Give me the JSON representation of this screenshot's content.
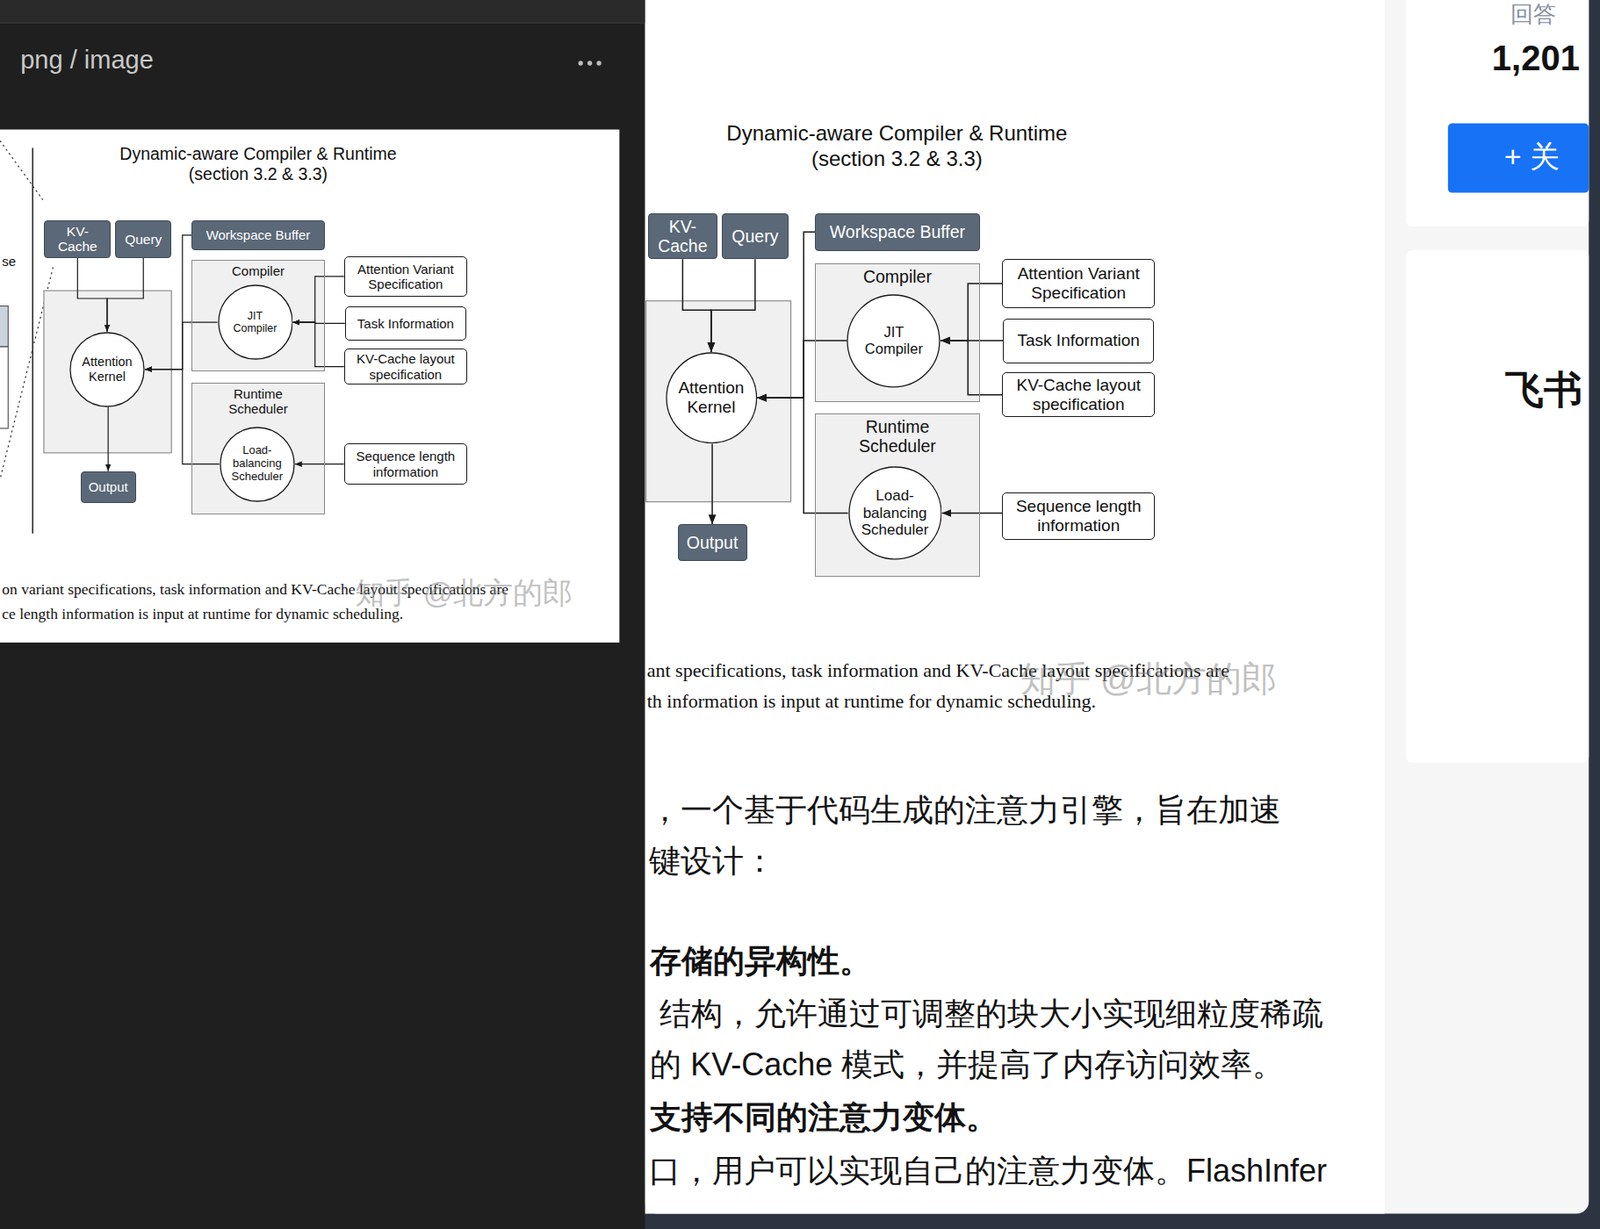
{
  "diagram": {
    "title": "Dynamic-aware Compiler & Runtime (section 3.2 & 3.3)",
    "nodes": [
      {
        "text": [
          "KV-Cache"
        ]
      },
      {
        "text": [
          "Query"
        ]
      },
      {
        "text": [
          "Attention Kernel"
        ]
      },
      {
        "text": [
          "Output"
        ]
      },
      {
        "text": [
          "Workspace Buffer"
        ]
      },
      {
        "text": [
          "Compiler"
        ]
      },
      {
        "text": [
          "JIT Compiler"
        ],
        "in": 5
      },
      {
        "text": [
          "Runtime Scheduler"
        ]
      },
      {
        "text": [
          "Load-balancing Scheduler"
        ],
        "in": 7
      },
      {
        "text": [
          "Attention Variant Specification"
        ]
      },
      {
        "text": [
          "Task Information"
        ]
      },
      {
        "text": [
          "KV-Cache layout specification"
        ]
      },
      {
        "text": [
          "Sequence length information"
        ]
      },
      {
        "text": [
          "KV-Cache"
        ]
      },
      {
        "text": [
          "Query"
        ]
      },
      {
        "text": [
          "Attention Kernel"
        ]
      },
      {
        "text": [
          "Output"
        ]
      },
      {
        "text": [
          "Workspace Buffer"
        ]
      },
      {
        "text": [
          "Compiler"
        ]
      },
      {
        "text": [
          "JIT Compiler"
        ],
        "in": 18
      },
      {
        "text": [
          "Runtime Scheduler"
        ]
      },
      {
        "text": [
          "Load-balancing Scheduler"
        ],
        "in": 20
      },
      {
        "text": [
          "Attention Variant Specification"
        ]
      },
      {
        "text": [
          "Task Information"
        ]
      },
      {
        "text": [
          "KV-Cache layout specification"
        ]
      },
      {
        "text": [
          "Sequence length information"
        ]
      }
    ],
    "edges": [
      {
        "from": 0,
        "to": 2,
        "arrow": "to"
      },
      {
        "from": 1,
        "to": 2,
        "arrow": "to"
      },
      {
        "from": 2,
        "to": 3,
        "arrow": "to"
      },
      {
        "from": 4,
        "to": 2,
        "arrow": "to"
      },
      {
        "from": 6,
        "to": 2,
        "arrow": "to"
      },
      {
        "from": 8,
        "to": 2,
        "arrow": "to"
      },
      {
        "from": 9,
        "to": 6,
        "arrow": "to"
      },
      {
        "from": 10,
        "to": 6,
        "arrow": "to"
      },
      {
        "from": 11,
        "to": 6,
        "arrow": "to"
      },
      {
        "from": 12,
        "to": 8,
        "arrow": "to"
      },
      {
        "from": 13,
        "to": 15,
        "arrow": "to"
      },
      {
        "from": 14,
        "to": 15,
        "arrow": "to"
      },
      {
        "from": 15,
        "to": 16,
        "arrow": "to"
      },
      {
        "from": 17,
        "to": 15,
        "arrow": "to"
      },
      {
        "from": 19,
        "to": 15,
        "arrow": "to"
      },
      {
        "from": 21,
        "to": 15,
        "arrow": "to"
      },
      {
        "from": 22,
        "to": 19,
        "arrow": "to"
      },
      {
        "from": 23,
        "to": 19,
        "arrow": "to"
      },
      {
        "from": 24,
        "to": 19,
        "arrow": "to"
      },
      {
        "from": 25,
        "to": 21,
        "arrow": "to"
      }
    ],
    "labels": [
      "png / image",
      "Dynamic-aware Compiler & Runtime (section 3.2 & 3.3)",
      "se",
      "on variant specifications, task information and KV-Cache layout specifications are",
      "ce length information is input at runtime for dynamic scheduling.",
      "知乎 @北方的郎",
      "ant specifications, task information and KV-Cache layout specifications are",
      "th information is input at runtime for dynamic scheduling.",
      "知乎 @北方的郎",
      "，一个基于代码生成的注意力引擎，旨在加速",
      "键设计：",
      "存储的异构性。",
      "结构，允许通过可调整的块大小实现细粒度稀疏",
      "的 KV-Cache 模式，并提高了内存访问效率。",
      "支持不同的注意力变体。",
      "口，用户可以实现自己的注意力变体。FlashInfer",
      "回答",
      "1,201",
      "+ 关",
      "飞书"
    ]
  }
}
